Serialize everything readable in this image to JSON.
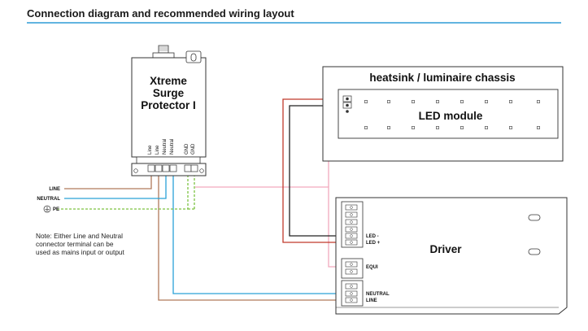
{
  "title": "Connection diagram and recommended wiring layout",
  "protector": {
    "name_lines": [
      "Xtreme",
      "Surge",
      "Protector I"
    ],
    "terminals": [
      "Line",
      "Line",
      "Neutral",
      "Neutral",
      "GND",
      "GND"
    ]
  },
  "mains": {
    "line": "LINE",
    "neutral": "NEUTRAL",
    "pe": "PE"
  },
  "note": [
    "Note: Either Line and Neutral",
    "connector terminal can be",
    "used as mains input or output"
  ],
  "chassis": {
    "label": "heatsink / luminaire chassis",
    "module_label": "LED module"
  },
  "driver": {
    "label": "Driver",
    "led_minus": "LED -",
    "led_plus": "LED +",
    "equi": "EQUI",
    "neutral": "NEUTRAL",
    "line": "LINE"
  },
  "colors": {
    "title_rule": "#2e9bd6",
    "line_wire": "#b07a5a",
    "neutral_wire": "#2aa2d8",
    "pe_wire": "#7dc242",
    "equi_wire": "#f2a9bd",
    "led_plus_wire": "#c0392b",
    "led_minus_wire": "#222222"
  }
}
